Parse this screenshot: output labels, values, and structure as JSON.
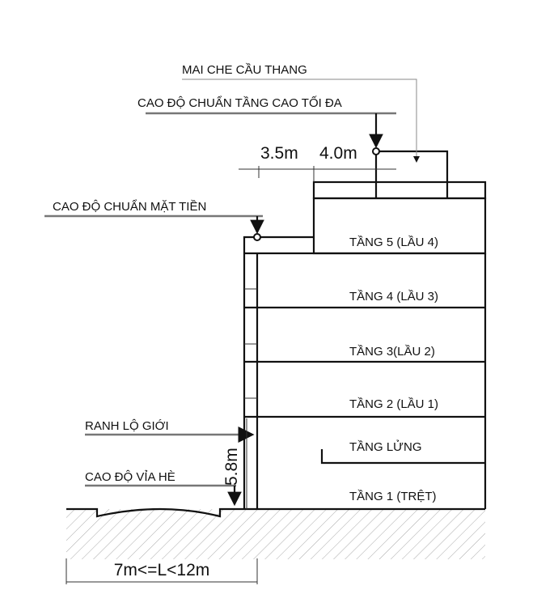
{
  "labels": {
    "stair_roof": "MAI CHE CẦU THANG",
    "max_height_datum": "CAO ĐỘ CHUẨN TẦNG CAO TỐI ĐA",
    "facade_datum": "CAO ĐỘ CHUẨN MẶT TIỀN",
    "boundary_line": "RANH LỘ GIỚI",
    "sidewalk_level": "CAO ĐỘ VỈA HÈ"
  },
  "dimensions": {
    "setback_1": "3.5m",
    "setback_2": "4.0m",
    "ground_height": "5.8m",
    "road_width": "7m<=L<12m"
  },
  "floors": [
    "TẦNG 5 (LẦU 4)",
    "TẦNG 4 (LẦU 3)",
    "TẦNG 3(LẦU 2)",
    "TẦNG 2 (LẦU 1)",
    "TẦNG LỬNG",
    "TẦNG 1 (TRỆT)"
  ]
}
